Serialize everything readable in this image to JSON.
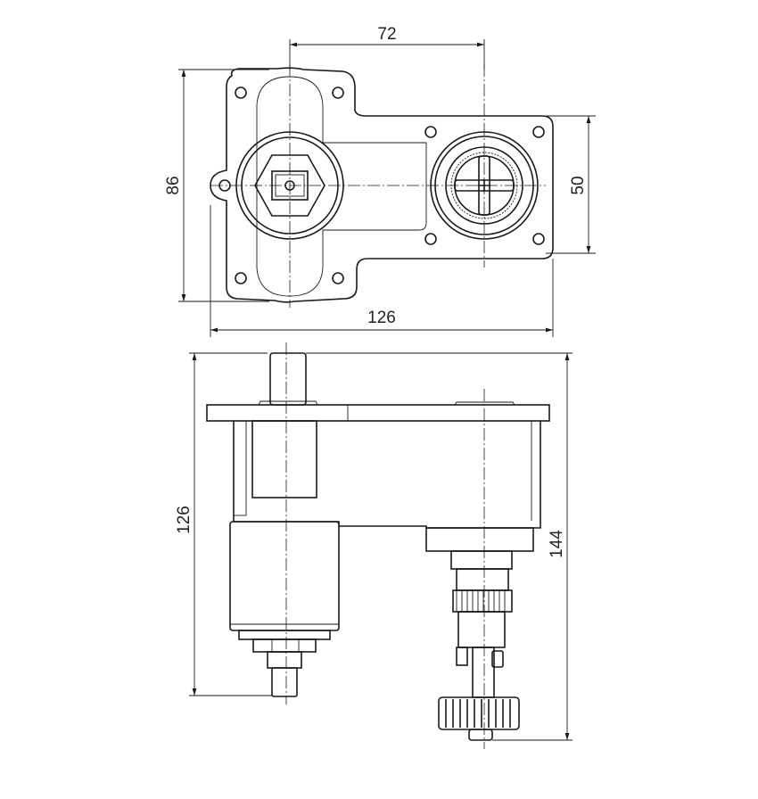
{
  "dimensions": {
    "top_width_72": "72",
    "top_height_86": "86",
    "top_height_50": "50",
    "top_width_126": "126",
    "side_height_126": "126",
    "side_height_144": "144"
  }
}
